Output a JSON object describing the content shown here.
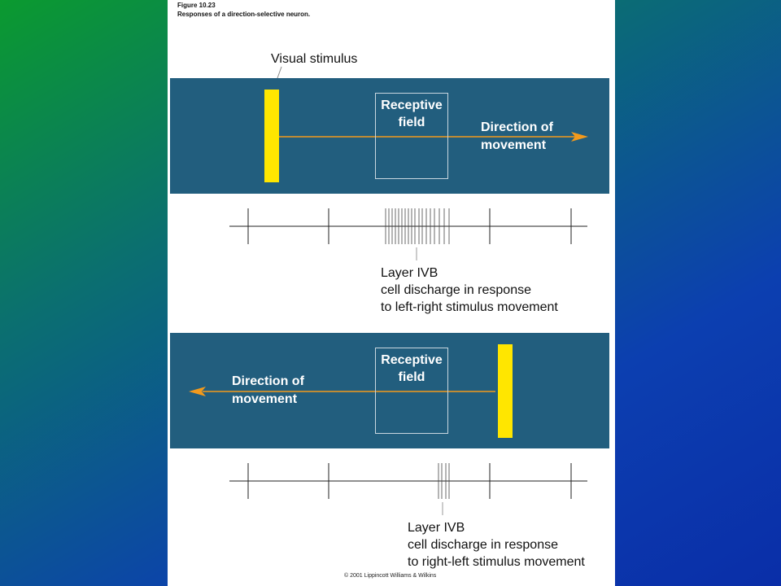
{
  "figure": {
    "number": "Figure 10.23",
    "caption": "Responses of a direction-selective neuron."
  },
  "stimulus_label": "Visual stimulus",
  "panels": [
    {
      "receptive_field": "Receptive field",
      "direction": "Direction of movement",
      "direction_lines": [
        "Direction of",
        "movement"
      ],
      "arrow_direction": "right"
    },
    {
      "receptive_field": "Receptive field",
      "direction": "Direction of movement",
      "direction_lines": [
        "Direction of",
        "movement"
      ],
      "arrow_direction": "left"
    }
  ],
  "traces": [
    {
      "caption_lines": [
        "Layer IVB",
        "cell discharge in response",
        "to left-right stimulus movement"
      ],
      "response": "strong burst"
    },
    {
      "caption_lines": [
        "Layer IVB",
        "cell discharge in response",
        "to right-left stimulus movement"
      ],
      "response": "weak"
    }
  ],
  "colors": {
    "panel": "#225e7e",
    "stimulus": "#ffe600",
    "arrow": "#f39a1c"
  },
  "copyright": "© 2001 Lippincott Williams & Wilkins"
}
